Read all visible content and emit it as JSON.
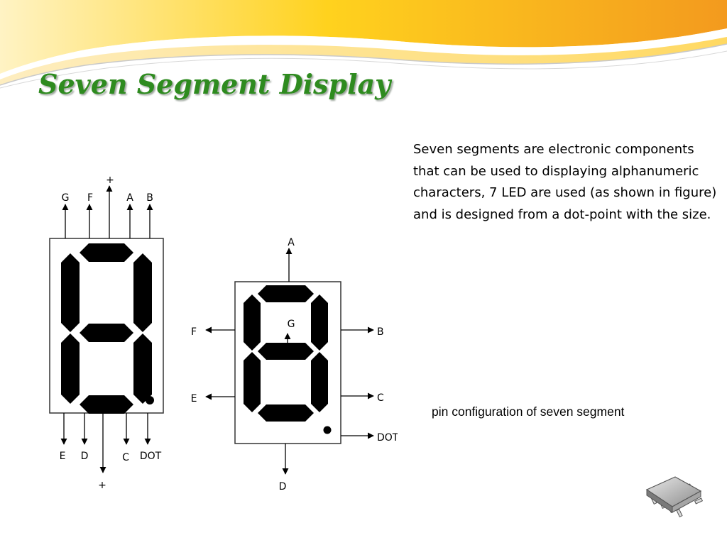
{
  "slide": {
    "title": "Seven Segment Display",
    "description": "Seven segments are electronic components that can be used to displaying alphanumeric characters, 7 LED are used (as shown in figure) and is designed from a dot-point with the size.",
    "caption": "pin configuration of seven segment"
  },
  "diagram": {
    "left_display": {
      "top_pins": [
        "G",
        "F",
        "+",
        "A",
        "B"
      ],
      "bottom_pins": [
        "E",
        "D",
        "+",
        "C",
        "DOT"
      ]
    },
    "right_display": {
      "top_pin": "A",
      "inner_pin": "G",
      "left_pins": [
        "F",
        "E"
      ],
      "right_pins": [
        "B",
        "C",
        "DOT"
      ],
      "bottom_pin": "D"
    }
  },
  "colors": {
    "title": "#2e8b1f",
    "banner_orange": "#f4a21e",
    "banner_yellow": "#ffd21e",
    "segment": "#000000"
  },
  "icons": [
    "ic-chip-icon"
  ]
}
